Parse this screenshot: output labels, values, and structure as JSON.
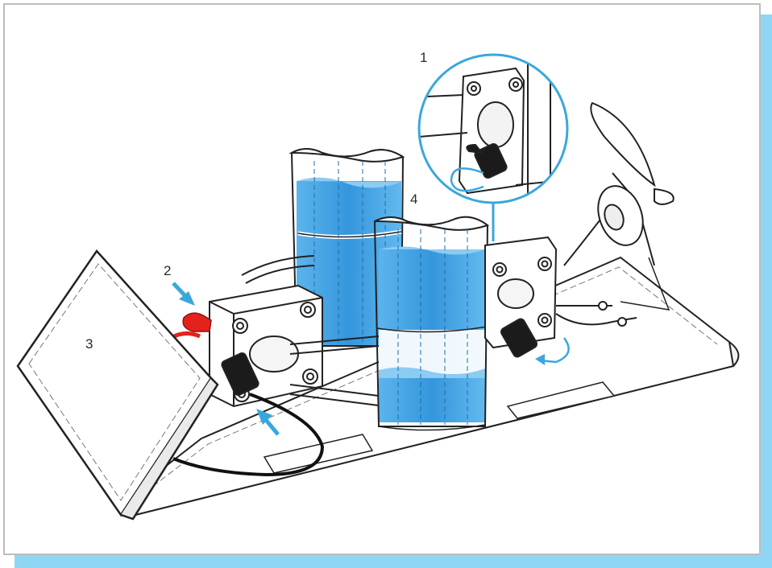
{
  "labels": {
    "detail": "1",
    "connector": "2",
    "solar_panel": "3",
    "tanks": "4"
  },
  "colors": {
    "accent": "#3aa7dc",
    "water": "#3b9ee0",
    "water_light": "#8ccbf2",
    "frame_shadow": "#8fd6f4",
    "red_cap": "#e3231b",
    "line": "#222222"
  }
}
